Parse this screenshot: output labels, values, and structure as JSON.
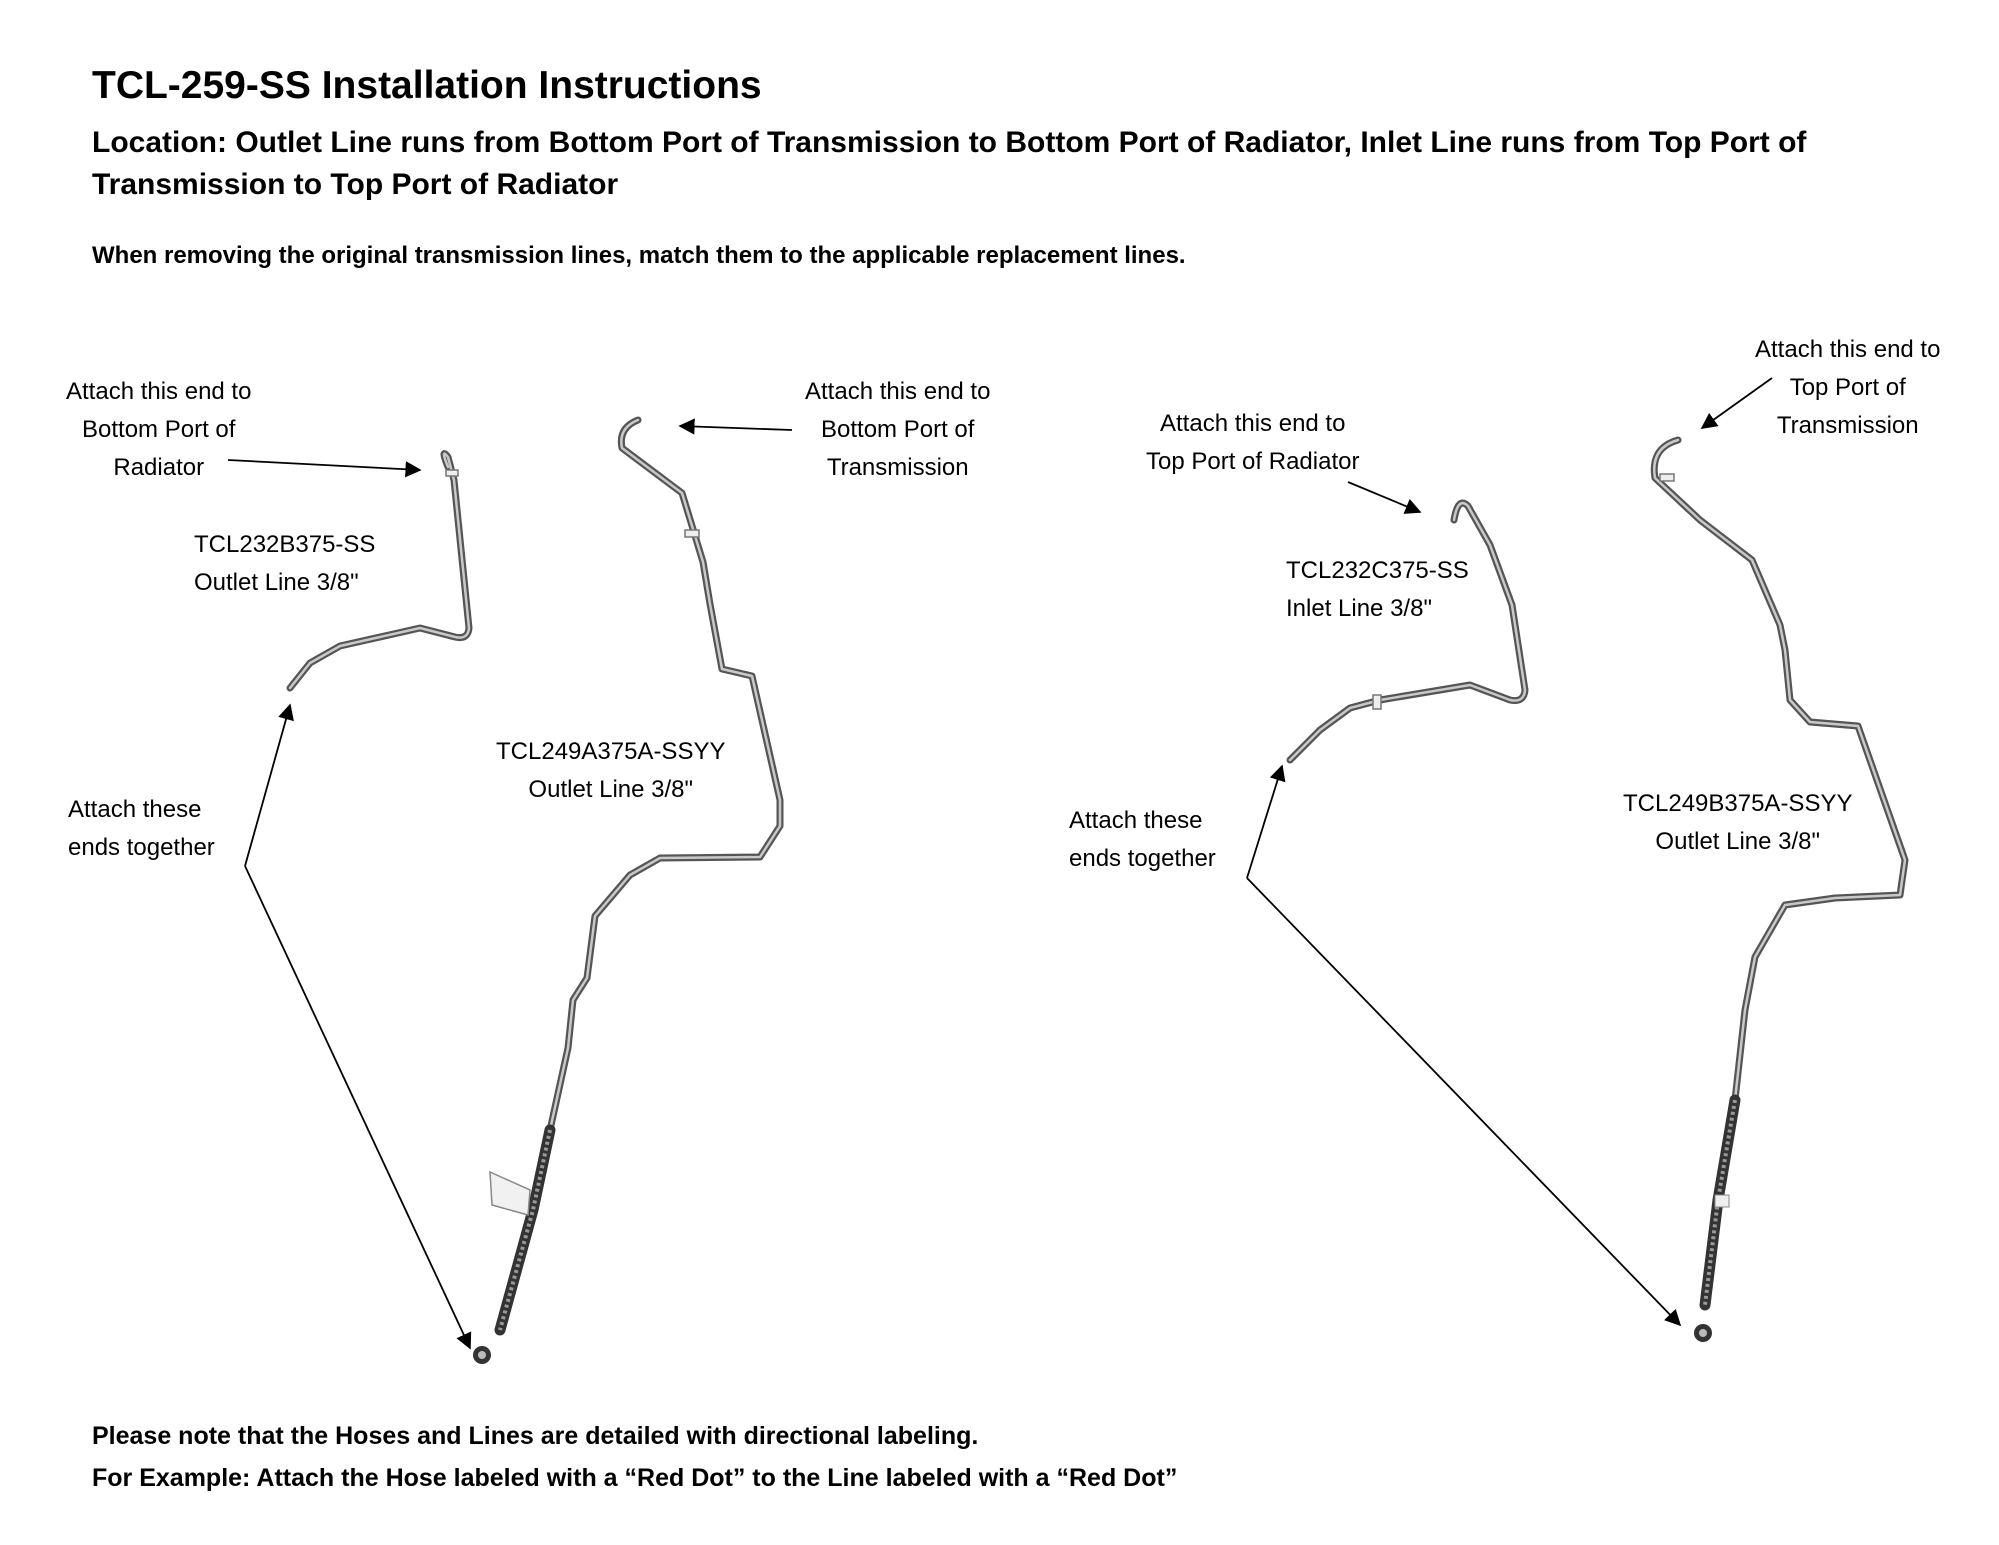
{
  "document": {
    "title": "TCL-259-SS Installation Instructions",
    "location": "Location: Outlet Line runs from Bottom Port of Transmission to Bottom Port of Radiator, Inlet Line runs from Top Port of Transmission to Top Port of Radiator",
    "intro": "When removing the original transmission lines, match them to the applicable replacement lines."
  },
  "left_diagram": {
    "radiator_label": [
      "Attach this end to",
      "Bottom Port of",
      "Radiator"
    ],
    "transmission_label": [
      "Attach this end to",
      "Bottom Port of",
      "Transmission"
    ],
    "short_line": [
      "TCL232B375-SS",
      "Outlet Line 3/8\""
    ],
    "long_line": [
      "TCL249A375A-SSYY",
      "Outlet Line 3/8\""
    ],
    "together_label": [
      "Attach these",
      "ends together"
    ]
  },
  "right_diagram": {
    "radiator_label": [
      "Attach this end to",
      "Top Port of Radiator"
    ],
    "transmission_label": [
      "Attach this end to",
      "Top Port of",
      "Transmission"
    ],
    "short_line": [
      "TCL232C375-SS",
      "Inlet Line 3/8\""
    ],
    "long_line": [
      "TCL249B375A-SSYY",
      "Outlet Line 3/8\""
    ],
    "together_label": [
      "Attach these",
      "ends together"
    ]
  },
  "notes": [
    "Please note that the Hoses and Lines are detailed with directional labeling.",
    "For Example: Attach the Hose labeled with a “Red Dot” to the Line labeled with a “Red Dot”"
  ]
}
